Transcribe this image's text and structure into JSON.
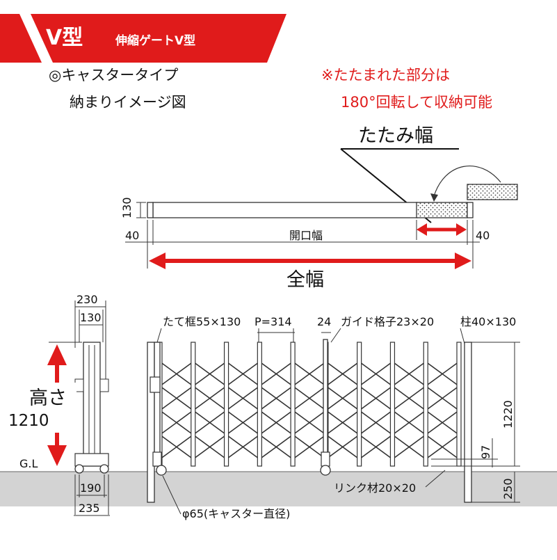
{
  "header": {
    "model_label": "V型",
    "product_name": "伸縮ゲートV型",
    "accent_color": "#e01b1b",
    "text_color": "#ffffff"
  },
  "caption": {
    "line1": "◎キャスタータイプ",
    "line2": "納まりイメージ図"
  },
  "note": {
    "line1": "※たたまれた部分は",
    "line2": "180°回転して収納可能",
    "color": "#e01b1b"
  },
  "plan_view": {
    "fold_width_label": "たたみ幅",
    "opening_width_label": "開口幅",
    "total_width_label": "全幅",
    "depth_dim": "130",
    "left_margin_dim": "40",
    "right_margin_dim": "40"
  },
  "side_view": {
    "top_width_dim": "230",
    "frame_width_dim": "130",
    "height_label": "高さ",
    "height_value": "1210",
    "ground_label": "G.L",
    "base_width_dim1": "190",
    "base_width_dim2": "235"
  },
  "front_view": {
    "frame_spec": "たて框55×130",
    "pitch_spec": "P=314",
    "guide_offset": "24",
    "guide_spec": "ガイド格子23×20",
    "post_spec": "柱40×130",
    "post_height_dim": "1220",
    "bottom_gap_dim": "97",
    "embed_depth_dim": "250",
    "link_spec": "リンク材20×20",
    "caster_spec": "φ65(キャスター直径)"
  },
  "colors": {
    "ground": "#d3d3d3",
    "line": "#333333",
    "arrow_red": "#e01b1b"
  }
}
